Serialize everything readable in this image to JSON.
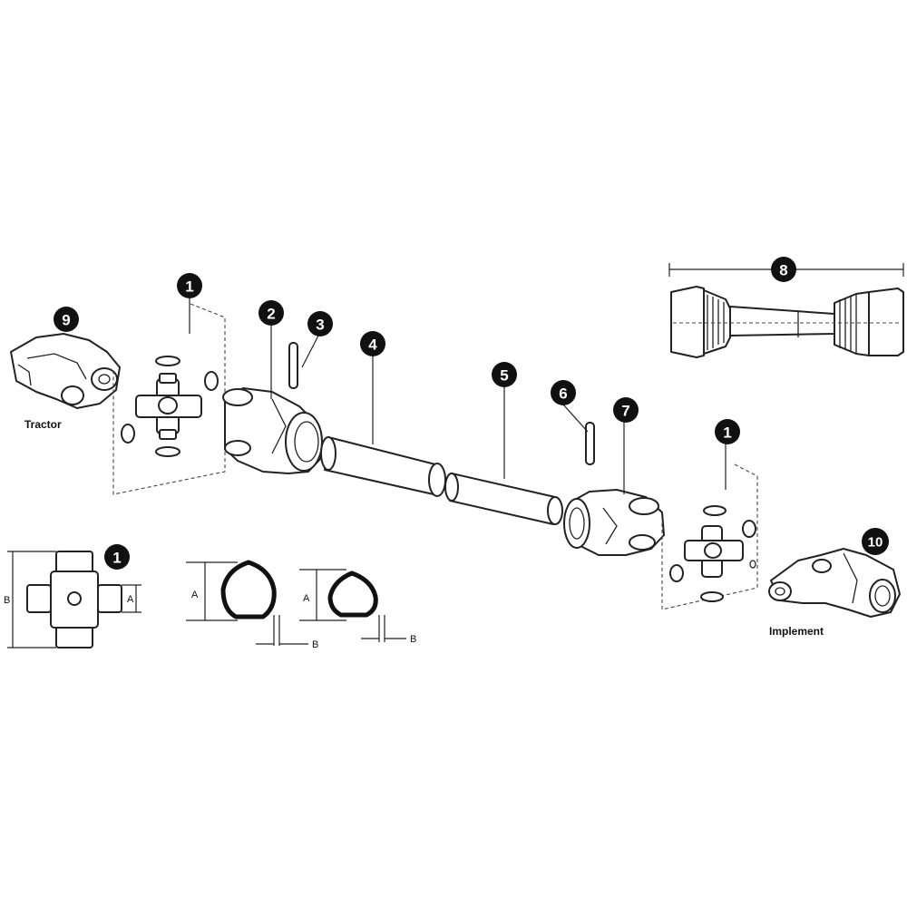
{
  "callouts": {
    "c1_top": "1",
    "c2": "2",
    "c3": "3",
    "c4": "4",
    "c5": "5",
    "c6": "6",
    "c7": "7",
    "c8": "8",
    "c9": "9",
    "c10": "10",
    "c1_right": "1",
    "c1_detail": "1"
  },
  "labels": {
    "tractor": "Tractor",
    "implement": "Implement"
  },
  "dimensions": {
    "cross_a": "A",
    "cross_b": "B",
    "tube_outer_a": "A",
    "tube_outer_b": "B",
    "tube_inner_a": "A",
    "tube_inner_b": "B"
  },
  "colors": {
    "ink": "#222222",
    "callout_fill": "#111111",
    "background": "#ffffff"
  }
}
